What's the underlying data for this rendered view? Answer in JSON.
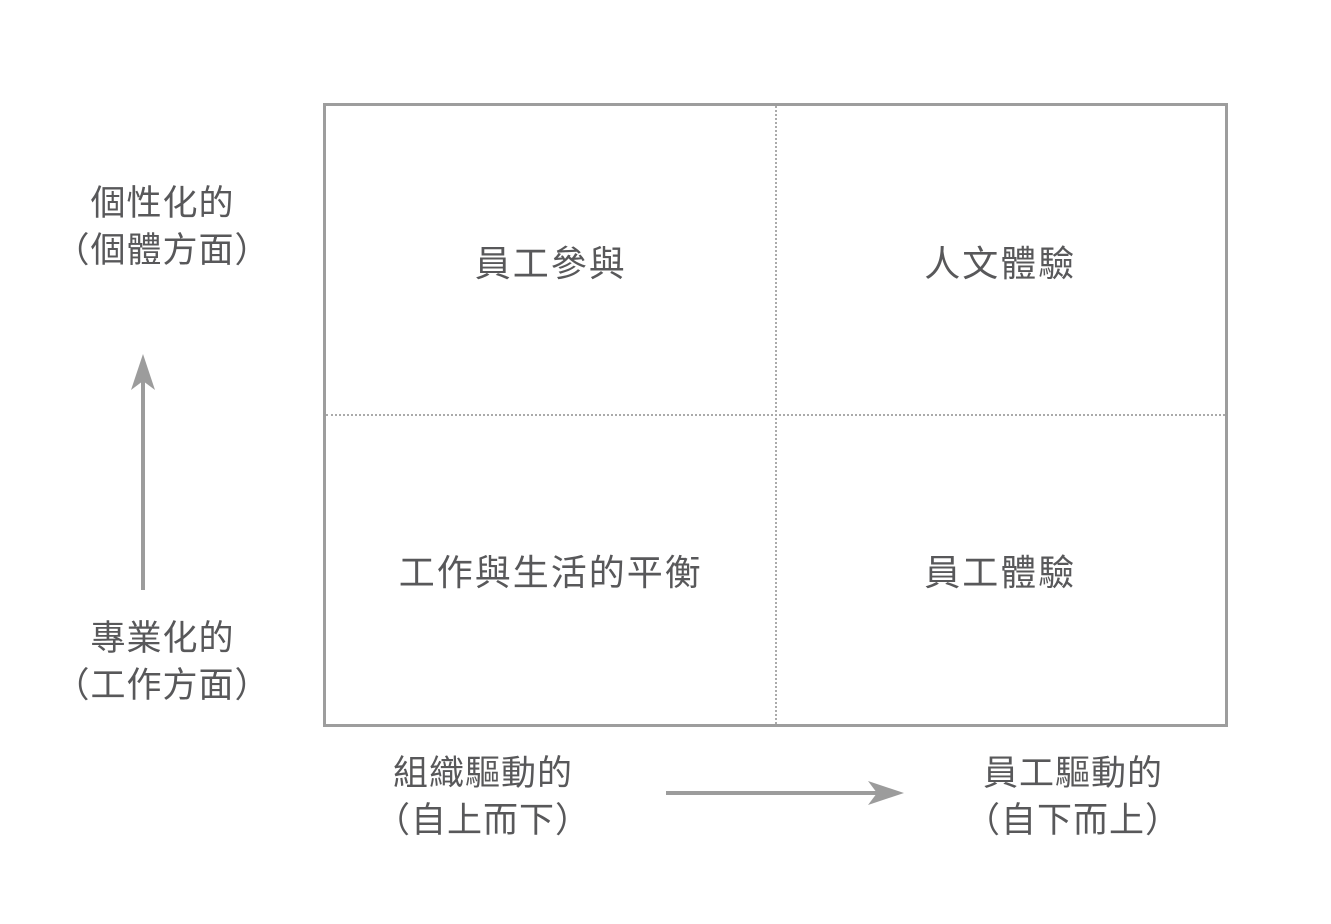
{
  "diagram": {
    "title": "employee-experience-quadrant-model",
    "quadrants": [
      {
        "position": "top-left",
        "label": "員工參與"
      },
      {
        "position": "top-right",
        "label": "人文體驗"
      },
      {
        "position": "bottom-left",
        "label": "工作與生活的平衡"
      },
      {
        "position": "bottom-right",
        "label": "員工體驗"
      }
    ],
    "y_axis": {
      "top_label_line1": "個性化的",
      "top_label_line2": "（個體方面）",
      "bottom_label_line1": "專業化的",
      "bottom_label_line2": "（工作方面）",
      "arrow_direction": "up"
    },
    "x_axis": {
      "left_label_line1": "組織驅動的",
      "left_label_line2": "（自上而下）",
      "right_label_line1": "員工驅動的",
      "right_label_line2": "（自下而上）",
      "arrow_direction": "right"
    },
    "colors": {
      "background": "#ffffff",
      "text": "#58585a",
      "box_border": "#9d9d9d",
      "divider_dotted": "#ababab",
      "arrow": "#9c9c9c"
    }
  }
}
